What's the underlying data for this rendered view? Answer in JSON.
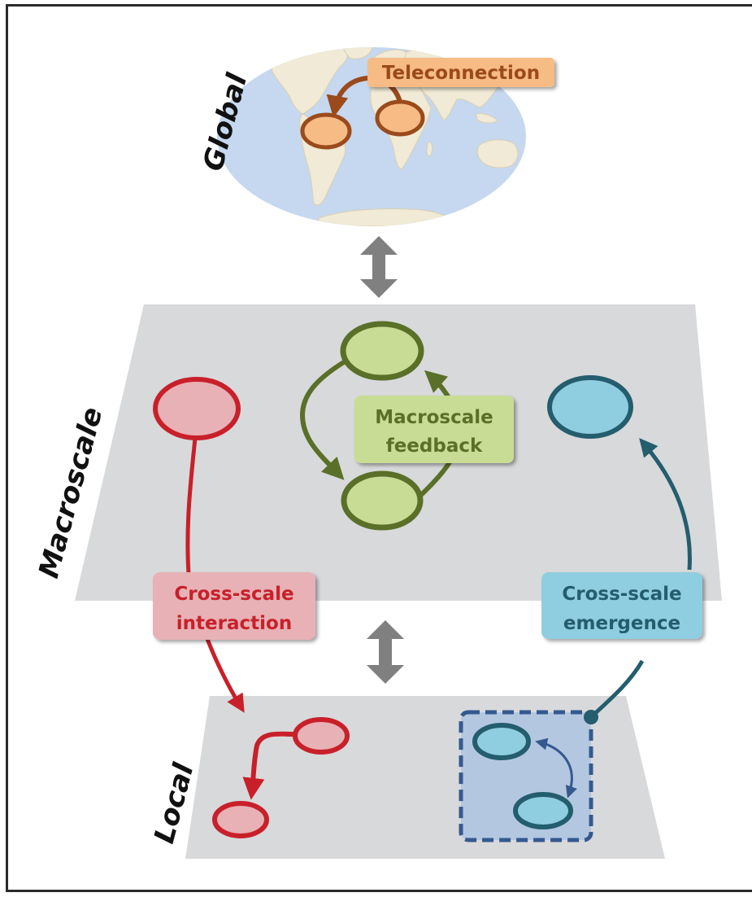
{
  "scales": {
    "global": "Global",
    "macroscale": "Macroscale",
    "local": "Local"
  },
  "labels": {
    "teleconnection": "Teleconnection",
    "macroscale_feedback_line1": "Macroscale",
    "macroscale_feedback_line2": "feedback",
    "cross_scale_interaction_line1": "Cross-scale",
    "cross_scale_interaction_line2": "interaction",
    "cross_scale_emergence_line1": "Cross-scale",
    "cross_scale_emergence_line2": "emergence"
  },
  "colors": {
    "ocean": "#c5d8ef",
    "land": "#f0ead6",
    "plane": "#d8d9db",
    "orange_fill": "#f7bb86",
    "orange_stroke": "#9a4a1c",
    "orange_text": "#9a4a1c",
    "green_fill": "#c9dc95",
    "green_stroke": "#5a6f28",
    "green_text": "#5a6f28",
    "red_fill": "#e8b1b5",
    "red_stroke": "#c8202a",
    "red_text": "#c8202a",
    "blue_fill": "#8fcde0",
    "blue_stroke": "#245d6e",
    "blue_text": "#245d6e",
    "emergence_box_fill": "#b4c7e1",
    "emergence_box_stroke": "#35598f",
    "double_arrow": "#808080"
  }
}
